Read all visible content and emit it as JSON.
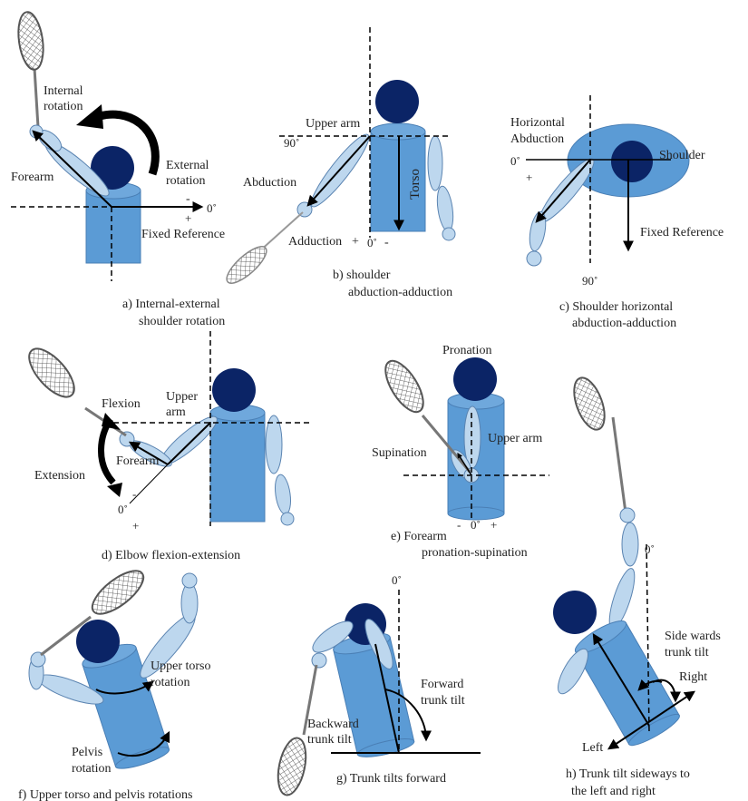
{
  "panel_a": {
    "caption_1": "a) Internal-external",
    "caption_2": "shoulder rotation",
    "internal_1": "Internal",
    "internal_2": "rotation",
    "external_1": "External",
    "external_2": "rotation",
    "forearm": "Forearm",
    "zero": "0˚",
    "minus": "-",
    "plus": "+",
    "fixed_reference": "Fixed Reference"
  },
  "panel_b": {
    "caption_1": "b) shoulder",
    "caption_2": "abduction-adduction",
    "upper_arm": "Upper arm",
    "ninety": "90˚",
    "abduction": "Abduction",
    "adduction": "Adduction",
    "torso": "Torso",
    "plus": "+",
    "zero": "0˚",
    "minus": "-"
  },
  "panel_c": {
    "caption_1": "c) Shoulder horizontal",
    "caption_2": "abduction-adduction",
    "horizontal_1": "Horizontal",
    "horizontal_2": "Abduction",
    "zero": "0˚",
    "plus": "+",
    "shoulder": "Shoulder",
    "fixed_reference": "Fixed Reference",
    "ninety": "90˚"
  },
  "panel_d": {
    "caption": "d) Elbow flexion-extension",
    "flexion": "Flexion",
    "upper_1": "Upper",
    "upper_2": "arm",
    "extension": "Extension",
    "forearm": "Forearm",
    "minus": "-",
    "zero": "0˚",
    "plus": "+"
  },
  "panel_e": {
    "caption_1": "e) Forearm",
    "caption_2": "pronation-supination",
    "pronation": "Pronation",
    "supination": "Supination",
    "upper_arm": "Upper arm",
    "minus": "-",
    "zero": "0˚",
    "plus": "+"
  },
  "panel_f": {
    "caption": "f) Upper torso and pelvis rotations",
    "upper_torso_1": "Upper torso",
    "upper_torso_2": "rotation",
    "pelvis_1": "Pelvis",
    "pelvis_2": "rotation"
  },
  "panel_g": {
    "caption": "g) Trunk tilts forward",
    "zero": "0˚",
    "forward_1": "Forward",
    "forward_2": "trunk tilt",
    "backward_1": "Backward",
    "backward_2": "trunk tilt"
  },
  "panel_h": {
    "caption_1": "h) Trunk tilt sideways to",
    "caption_2": "the left and right",
    "zero": "0˚",
    "sidewards_1": "Side wards",
    "sidewards_2": "trunk tilt",
    "right": "Right",
    "left": "Left"
  },
  "colors": {
    "head": "#0b2466",
    "torso": "#5b9bd5",
    "limb": "#bdd7ee",
    "outline": "#5b84b1"
  }
}
